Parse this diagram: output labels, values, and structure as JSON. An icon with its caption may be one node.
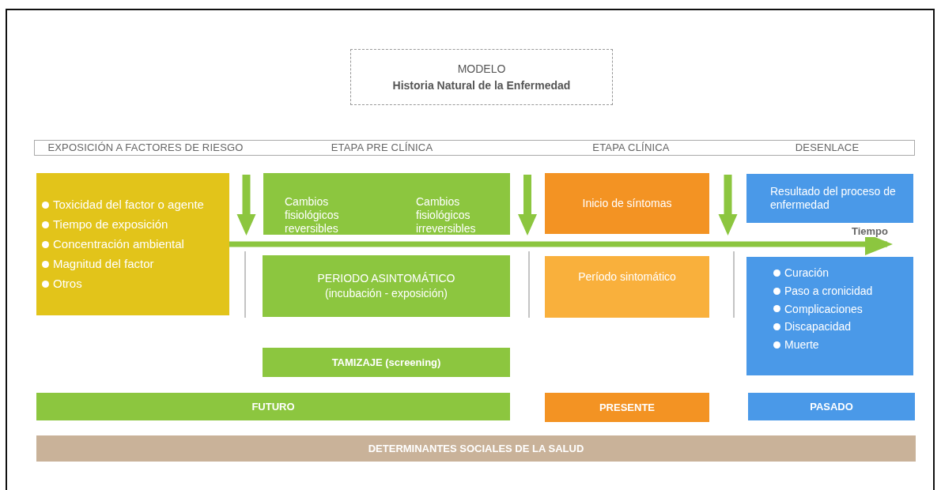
{
  "diagram": {
    "nodes": [
      {
        "text": [
          "MODELO",
          "Historia Natural de la Enfermedad"
        ]
      },
      {
        "text": [
          "EXPOSICIÓN A FACTORES DE RIESGO",
          "ETAPA PRE CLÍNICA",
          "ETAPA CLÍNICA",
          "DESENLACE"
        ]
      },
      {
        "text": [
          "Toxicidad del factor o agente",
          "Tiempo de exposición",
          "Concentración ambiental",
          "Magnitud del factor",
          "Otros"
        ]
      },
      {
        "text": [
          "Cambios fisiológicos reversibles",
          "Cambios fisiológicos irreversibles"
        ]
      },
      {
        "text": [
          "Inicio de síntomas"
        ]
      },
      {
        "text": [
          "Resultado del proceso de enfermedad"
        ]
      },
      {
        "text": [
          "PERIODO ASINTOMÁTICO",
          "(incubación - exposición)"
        ]
      },
      {
        "text": [
          "Período sintomático"
        ]
      },
      {
        "text": [
          "Curación",
          "Paso a cronicidad",
          "Complicaciones",
          "Discapacidad",
          "Muerte"
        ]
      },
      {
        "text": [
          "TAMIZAJE (screening)"
        ]
      },
      {
        "text": [
          "FUTURO"
        ]
      },
      {
        "text": [
          "PRESENTE"
        ]
      },
      {
        "text": [
          "PASADO"
        ]
      },
      {
        "text": [
          "DETERMINANTES SOCIALES DE LA SALUD"
        ]
      }
    ],
    "edges": [
      {
        "from": 2,
        "to": 5,
        "arrow": "to",
        "label": "Tiempo"
      },
      {
        "from": 3,
        "to": 2,
        "arrow": "to"
      },
      {
        "from": 4,
        "to": 3,
        "arrow": "to"
      },
      {
        "from": 5,
        "to": 4,
        "arrow": "to"
      }
    ]
  }
}
